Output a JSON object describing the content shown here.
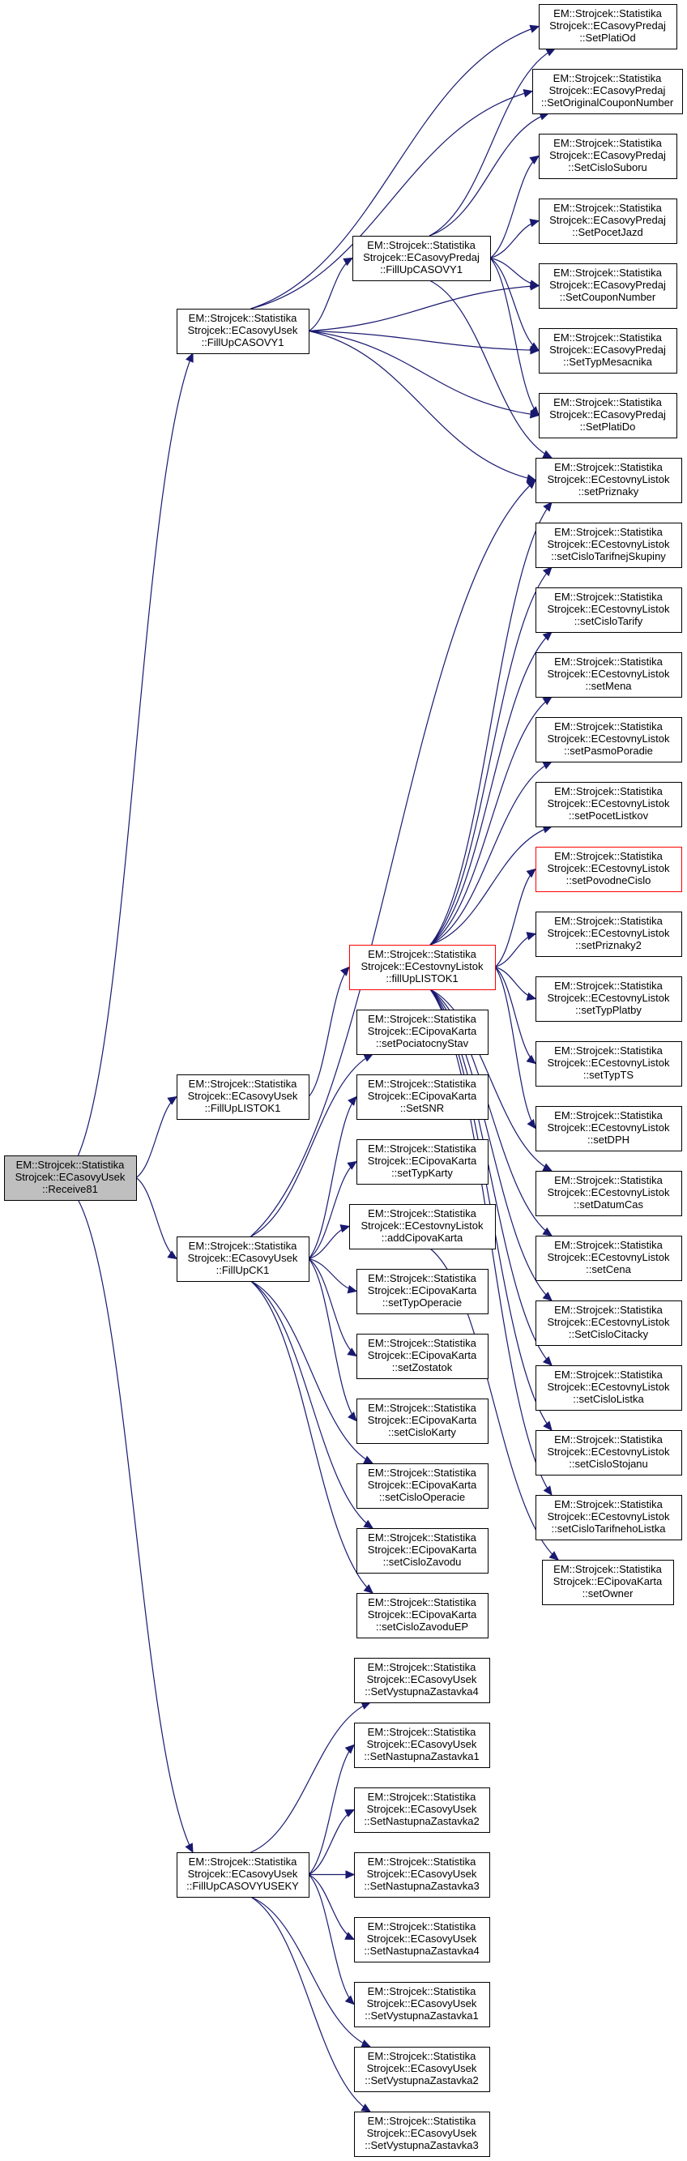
{
  "diagram": {
    "type": "call-graph",
    "colors": {
      "edge": "#191970",
      "node_border": "#000000",
      "node_highlight_border": "#ff0000",
      "root_fill": "#bfbfbf",
      "node_fill": "#ffffff"
    },
    "nodes": [
      {
        "id": "receive81",
        "lines": [
          "EM::Strojcek::Statistika",
          "Strojcek::ECasovyUsek",
          "::Receive81"
        ],
        "style": "root"
      },
      {
        "id": "usek_fillupcasovy1",
        "lines": [
          "EM::Strojcek::Statistika",
          "Strojcek::ECasovyUsek",
          "::FillUpCASOVY1"
        ],
        "style": "normal"
      },
      {
        "id": "usek_filluplistok1",
        "lines": [
          "EM::Strojcek::Statistika",
          "Strojcek::ECasovyUsek",
          "::FillUpLISTOK1"
        ],
        "style": "normal"
      },
      {
        "id": "usek_fillupck1",
        "lines": [
          "EM::Strojcek::Statistika",
          "Strojcek::ECasovyUsek",
          "::FillUpCK1"
        ],
        "style": "normal"
      },
      {
        "id": "usek_fillupcasovyuseky",
        "lines": [
          "EM::Strojcek::Statistika",
          "Strojcek::ECasovyUsek",
          "::FillUpCASOVYUSEKY"
        ],
        "style": "normal"
      },
      {
        "id": "predaj_fillupcasovy1",
        "lines": [
          "EM::Strojcek::Statistika",
          "Strojcek::ECasovyPredaj",
          "::FillUpCASOVY1"
        ],
        "style": "normal"
      },
      {
        "id": "listok_filluplistok1",
        "lines": [
          "EM::Strojcek::Statistika",
          "Strojcek::ECestovnyListok",
          "::fillUpLISTOK1"
        ],
        "style": "highlight"
      },
      {
        "id": "karta_setpociatocnystav",
        "lines": [
          "EM::Strojcek::Statistika",
          "Strojcek::ECipovaKarta",
          "::setPociatocnyStav"
        ],
        "style": "normal"
      },
      {
        "id": "karta_setsnr",
        "lines": [
          "EM::Strojcek::Statistika",
          "Strojcek::ECipovaKarta",
          "::SetSNR"
        ],
        "style": "normal"
      },
      {
        "id": "karta_settypkarty",
        "lines": [
          "EM::Strojcek::Statistika",
          "Strojcek::ECipovaKarta",
          "::setTypKarty"
        ],
        "style": "normal"
      },
      {
        "id": "listok_addcipovakarta",
        "lines": [
          "EM::Strojcek::Statistika",
          "Strojcek::ECestovnyListok",
          "::addCipovaKarta"
        ],
        "style": "normal"
      },
      {
        "id": "karta_settypoperacie",
        "lines": [
          "EM::Strojcek::Statistika",
          "Strojcek::ECipovaKarta",
          "::setTypOperacie"
        ],
        "style": "normal"
      },
      {
        "id": "karta_setzostatok",
        "lines": [
          "EM::Strojcek::Statistika",
          "Strojcek::ECipovaKarta",
          "::setZostatok"
        ],
        "style": "normal"
      },
      {
        "id": "karta_setcislokarty",
        "lines": [
          "EM::Strojcek::Statistika",
          "Strojcek::ECipovaKarta",
          "::setCisloKarty"
        ],
        "style": "normal"
      },
      {
        "id": "karta_setcislooperacie",
        "lines": [
          "EM::Strojcek::Statistika",
          "Strojcek::ECipovaKarta",
          "::setCisloOperacie"
        ],
        "style": "normal"
      },
      {
        "id": "karta_setcislozavodu",
        "lines": [
          "EM::Strojcek::Statistika",
          "Strojcek::ECipovaKarta",
          "::setCisloZavodu"
        ],
        "style": "normal"
      },
      {
        "id": "karta_setcislozavoduep",
        "lines": [
          "EM::Strojcek::Statistika",
          "Strojcek::ECipovaKarta",
          "::setCisloZavoduEP"
        ],
        "style": "normal"
      },
      {
        "id": "usek_setvystupna4",
        "lines": [
          "EM::Strojcek::Statistika",
          "Strojcek::ECasovyUsek",
          "::SetVystupnaZastavka4"
        ],
        "style": "normal"
      },
      {
        "id": "usek_setnastupna1",
        "lines": [
          "EM::Strojcek::Statistika",
          "Strojcek::ECasovyUsek",
          "::SetNastupnaZastavka1"
        ],
        "style": "normal"
      },
      {
        "id": "usek_setnastupna2",
        "lines": [
          "EM::Strojcek::Statistika",
          "Strojcek::ECasovyUsek",
          "::SetNastupnaZastavka2"
        ],
        "style": "normal"
      },
      {
        "id": "usek_setnastupna3",
        "lines": [
          "EM::Strojcek::Statistika",
          "Strojcek::ECasovyUsek",
          "::SetNastupnaZastavka3"
        ],
        "style": "normal"
      },
      {
        "id": "usek_setnastupna4",
        "lines": [
          "EM::Strojcek::Statistika",
          "Strojcek::ECasovyUsek",
          "::SetNastupnaZastavka4"
        ],
        "style": "normal"
      },
      {
        "id": "usek_setvystupna1",
        "lines": [
          "EM::Strojcek::Statistika",
          "Strojcek::ECasovyUsek",
          "::SetVystupnaZastavka1"
        ],
        "style": "normal"
      },
      {
        "id": "usek_setvystupna2",
        "lines": [
          "EM::Strojcek::Statistika",
          "Strojcek::ECasovyUsek",
          "::SetVystupnaZastavka2"
        ],
        "style": "normal"
      },
      {
        "id": "usek_setvystupna3",
        "lines": [
          "EM::Strojcek::Statistika",
          "Strojcek::ECasovyUsek",
          "::SetVystupnaZastavka3"
        ],
        "style": "normal"
      },
      {
        "id": "predaj_setplatiod",
        "lines": [
          "EM::Strojcek::Statistika",
          "Strojcek::ECasovyPredaj",
          "::SetPlatiOd"
        ],
        "style": "normal"
      },
      {
        "id": "predaj_setoriginalcouponnumber",
        "lines": [
          "EM::Strojcek::Statistika",
          "Strojcek::ECasovyPredaj",
          "::SetOriginalCouponNumber"
        ],
        "style": "normal"
      },
      {
        "id": "predaj_setcislosuboru",
        "lines": [
          "EM::Strojcek::Statistika",
          "Strojcek::ECasovyPredaj",
          "::SetCisloSuboru"
        ],
        "style": "normal"
      },
      {
        "id": "predaj_setpocetjazd",
        "lines": [
          "EM::Strojcek::Statistika",
          "Strojcek::ECasovyPredaj",
          "::SetPocetJazd"
        ],
        "style": "normal"
      },
      {
        "id": "predaj_setcouponnumber",
        "lines": [
          "EM::Strojcek::Statistika",
          "Strojcek::ECasovyPredaj",
          "::SetCouponNumber"
        ],
        "style": "normal"
      },
      {
        "id": "predaj_settypmesacnika",
        "lines": [
          "EM::Strojcek::Statistika",
          "Strojcek::ECasovyPredaj",
          "::SetTypMesacnika"
        ],
        "style": "normal"
      },
      {
        "id": "predaj_setplatido",
        "lines": [
          "EM::Strojcek::Statistika",
          "Strojcek::ECasovyPredaj",
          "::SetPlatiDo"
        ],
        "style": "normal"
      },
      {
        "id": "listok_setpriznaky",
        "lines": [
          "EM::Strojcek::Statistika",
          "Strojcek::ECestovnyListok",
          "::setPriznaky"
        ],
        "style": "normal"
      },
      {
        "id": "listok_setcislotarifnejskupiny",
        "lines": [
          "EM::Strojcek::Statistika",
          "Strojcek::ECestovnyListok",
          "::setCisloTarifnejSkupiny"
        ],
        "style": "normal"
      },
      {
        "id": "listok_setcislotarify",
        "lines": [
          "EM::Strojcek::Statistika",
          "Strojcek::ECestovnyListok",
          "::setCisloTarify"
        ],
        "style": "normal"
      },
      {
        "id": "listok_setmena",
        "lines": [
          "EM::Strojcek::Statistika",
          "Strojcek::ECestovnyListok",
          "::setMena"
        ],
        "style": "normal"
      },
      {
        "id": "listok_setpasmoporadie",
        "lines": [
          "EM::Strojcek::Statistika",
          "Strojcek::ECestovnyListok",
          "::setPasmoPoradie"
        ],
        "style": "normal"
      },
      {
        "id": "listok_setpocetlistkov",
        "lines": [
          "EM::Strojcek::Statistika",
          "Strojcek::ECestovnyListok",
          "::setPocetListkov"
        ],
        "style": "normal"
      },
      {
        "id": "listok_setpovodnecislo",
        "lines": [
          "EM::Strojcek::Statistika",
          "Strojcek::ECestovnyListok",
          "::setPovodneCislo"
        ],
        "style": "highlight"
      },
      {
        "id": "listok_setpriznaky2",
        "lines": [
          "EM::Strojcek::Statistika",
          "Strojcek::ECestovnyListok",
          "::setPriznaky2"
        ],
        "style": "normal"
      },
      {
        "id": "listok_settypplatby",
        "lines": [
          "EM::Strojcek::Statistika",
          "Strojcek::ECestovnyListok",
          "::setTypPlatby"
        ],
        "style": "normal"
      },
      {
        "id": "listok_settypts",
        "lines": [
          "EM::Strojcek::Statistika",
          "Strojcek::ECestovnyListok",
          "::setTypTS"
        ],
        "style": "normal"
      },
      {
        "id": "listok_setdph",
        "lines": [
          "EM::Strojcek::Statistika",
          "Strojcek::ECestovnyListok",
          "::setDPH"
        ],
        "style": "normal"
      },
      {
        "id": "listok_setdatumcas",
        "lines": [
          "EM::Strojcek::Statistika",
          "Strojcek::ECestovnyListok",
          "::setDatumCas"
        ],
        "style": "normal"
      },
      {
        "id": "listok_setcena",
        "lines": [
          "EM::Strojcek::Statistika",
          "Strojcek::ECestovnyListok",
          "::setCena"
        ],
        "style": "normal"
      },
      {
        "id": "listok_setcislocitacky",
        "lines": [
          "EM::Strojcek::Statistika",
          "Strojcek::ECestovnyListok",
          "::SetCisloCitacky"
        ],
        "style": "normal"
      },
      {
        "id": "listok_setcislolistka",
        "lines": [
          "EM::Strojcek::Statistika",
          "Strojcek::ECestovnyListok",
          "::setCisloListka"
        ],
        "style": "normal"
      },
      {
        "id": "listok_setcislostojanu",
        "lines": [
          "EM::Strojcek::Statistika",
          "Strojcek::ECestovnyListok",
          "::setCisloStojanu"
        ],
        "style": "normal"
      },
      {
        "id": "listok_setcislotarifneholistka",
        "lines": [
          "EM::Strojcek::Statistika",
          "Strojcek::ECestovnyListok",
          "::setCisloTarifnehoListka"
        ],
        "style": "normal"
      },
      {
        "id": "karta_setowner",
        "lines": [
          "EM::Strojcek::Statistika",
          "Strojcek::ECipovaKarta",
          "::setOwner"
        ],
        "style": "normal"
      }
    ],
    "edges": [
      [
        "receive81",
        "usek_fillupcasovy1"
      ],
      [
        "receive81",
        "usek_filluplistok1"
      ],
      [
        "receive81",
        "usek_fillupck1"
      ],
      [
        "receive81",
        "usek_fillupcasovyuseky"
      ],
      [
        "usek_fillupcasovy1",
        "predaj_fillupcasovy1"
      ],
      [
        "usek_fillupcasovy1",
        "predaj_setplatiod"
      ],
      [
        "usek_fillupcasovy1",
        "predaj_setoriginalcouponnumber"
      ],
      [
        "usek_fillupcasovy1",
        "predaj_setcouponnumber"
      ],
      [
        "usek_fillupcasovy1",
        "predaj_settypmesacnika"
      ],
      [
        "usek_fillupcasovy1",
        "predaj_setplatido"
      ],
      [
        "usek_fillupcasovy1",
        "listok_setpriznaky"
      ],
      [
        "predaj_fillupcasovy1",
        "predaj_setplatiod"
      ],
      [
        "predaj_fillupcasovy1",
        "predaj_setoriginalcouponnumber"
      ],
      [
        "predaj_fillupcasovy1",
        "predaj_setcislosuboru"
      ],
      [
        "predaj_fillupcasovy1",
        "predaj_setpocetjazd"
      ],
      [
        "predaj_fillupcasovy1",
        "predaj_setcouponnumber"
      ],
      [
        "predaj_fillupcasovy1",
        "predaj_settypmesacnika"
      ],
      [
        "predaj_fillupcasovy1",
        "predaj_setplatido"
      ],
      [
        "predaj_fillupcasovy1",
        "listok_setpriznaky"
      ],
      [
        "usek_filluplistok1",
        "listok_filluplistok1"
      ],
      [
        "listok_filluplistok1",
        "listok_setpriznaky"
      ],
      [
        "listok_filluplistok1",
        "listok_setcislotarifnejskupiny"
      ],
      [
        "listok_filluplistok1",
        "listok_setcislotarify"
      ],
      [
        "listok_filluplistok1",
        "listok_setmena"
      ],
      [
        "listok_filluplistok1",
        "listok_setpasmoporadie"
      ],
      [
        "listok_filluplistok1",
        "listok_setpocetlistkov"
      ],
      [
        "listok_filluplistok1",
        "listok_setpovodnecislo"
      ],
      [
        "listok_filluplistok1",
        "listok_setpriznaky2"
      ],
      [
        "listok_filluplistok1",
        "listok_settypplatby"
      ],
      [
        "listok_filluplistok1",
        "listok_settypts"
      ],
      [
        "listok_filluplistok1",
        "listok_setdph"
      ],
      [
        "listok_filluplistok1",
        "listok_setdatumcas"
      ],
      [
        "listok_filluplistok1",
        "listok_setcena"
      ],
      [
        "listok_filluplistok1",
        "listok_setcislocitacky"
      ],
      [
        "listok_filluplistok1",
        "listok_setcislolistka"
      ],
      [
        "listok_filluplistok1",
        "listok_setcislostojanu"
      ],
      [
        "listok_filluplistok1",
        "listok_setcislotarifneholistka"
      ],
      [
        "usek_fillupck1",
        "listok_setpriznaky"
      ],
      [
        "usek_fillupck1",
        "karta_setpociatocnystav"
      ],
      [
        "usek_fillupck1",
        "karta_setsnr"
      ],
      [
        "usek_fillupck1",
        "karta_settypkarty"
      ],
      [
        "usek_fillupck1",
        "listok_addcipovakarta"
      ],
      [
        "usek_fillupck1",
        "karta_settypoperacie"
      ],
      [
        "usek_fillupck1",
        "karta_setzostatok"
      ],
      [
        "usek_fillupck1",
        "karta_setcislokarty"
      ],
      [
        "usek_fillupck1",
        "karta_setcislooperacie"
      ],
      [
        "usek_fillupck1",
        "karta_setcislozavodu"
      ],
      [
        "usek_fillupck1",
        "karta_setcislozavoduep"
      ],
      [
        "listok_addcipovakarta",
        "karta_setowner"
      ],
      [
        "usek_fillupcasovyuseky",
        "usek_setvystupna4"
      ],
      [
        "usek_fillupcasovyuseky",
        "usek_setnastupna1"
      ],
      [
        "usek_fillupcasovyuseky",
        "usek_setnastupna2"
      ],
      [
        "usek_fillupcasovyuseky",
        "usek_setnastupna3"
      ],
      [
        "usek_fillupcasovyuseky",
        "usek_setnastupna4"
      ],
      [
        "usek_fillupcasovyuseky",
        "usek_setvystupna1"
      ],
      [
        "usek_fillupcasovyuseky",
        "usek_setvystupna2"
      ],
      [
        "usek_fillupcasovyuseky",
        "usek_setvystupna3"
      ]
    ]
  }
}
